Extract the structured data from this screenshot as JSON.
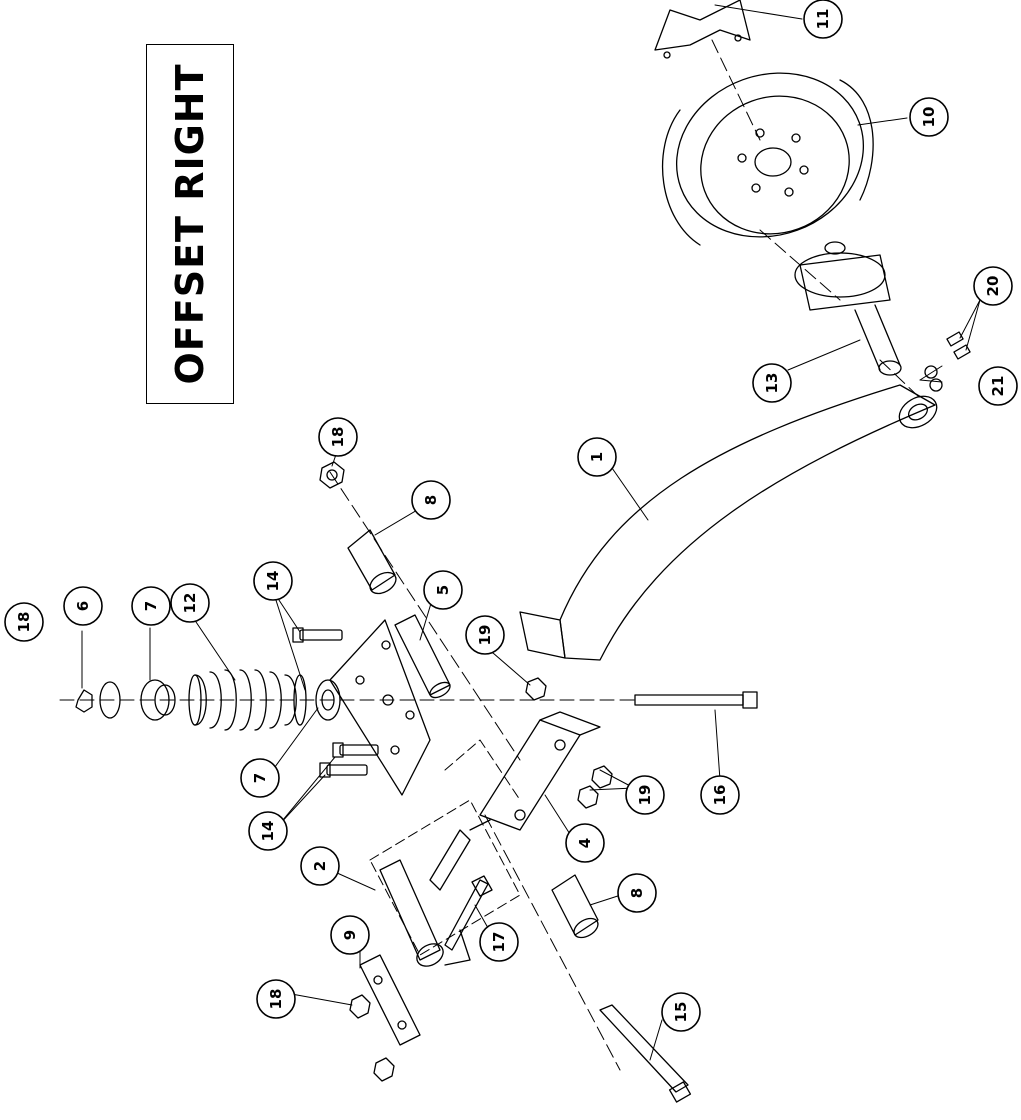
{
  "title": "OFFSET RIGHT",
  "callouts": [
    {
      "id": "c1",
      "label": "1"
    },
    {
      "id": "c2",
      "label": "2"
    },
    {
      "id": "c4",
      "label": "4"
    },
    {
      "id": "c5",
      "label": "5"
    },
    {
      "id": "c6",
      "label": "6"
    },
    {
      "id": "c7a",
      "label": "7"
    },
    {
      "id": "c7b",
      "label": "7"
    },
    {
      "id": "c8a",
      "label": "8"
    },
    {
      "id": "c8b",
      "label": "8"
    },
    {
      "id": "c9",
      "label": "9"
    },
    {
      "id": "c10",
      "label": "10"
    },
    {
      "id": "c11",
      "label": "11"
    },
    {
      "id": "c12",
      "label": "12"
    },
    {
      "id": "c13",
      "label": "13"
    },
    {
      "id": "c14a",
      "label": "14"
    },
    {
      "id": "c14b",
      "label": "14"
    },
    {
      "id": "c15",
      "label": "15"
    },
    {
      "id": "c16",
      "label": "16"
    },
    {
      "id": "c17",
      "label": "17"
    },
    {
      "id": "c18a",
      "label": "18"
    },
    {
      "id": "c18b",
      "label": "18"
    },
    {
      "id": "c18c",
      "label": "18"
    },
    {
      "id": "c19a",
      "label": "19"
    },
    {
      "id": "c19b",
      "label": "19"
    },
    {
      "id": "c20",
      "label": "20"
    },
    {
      "id": "c21",
      "label": "21"
    }
  ]
}
